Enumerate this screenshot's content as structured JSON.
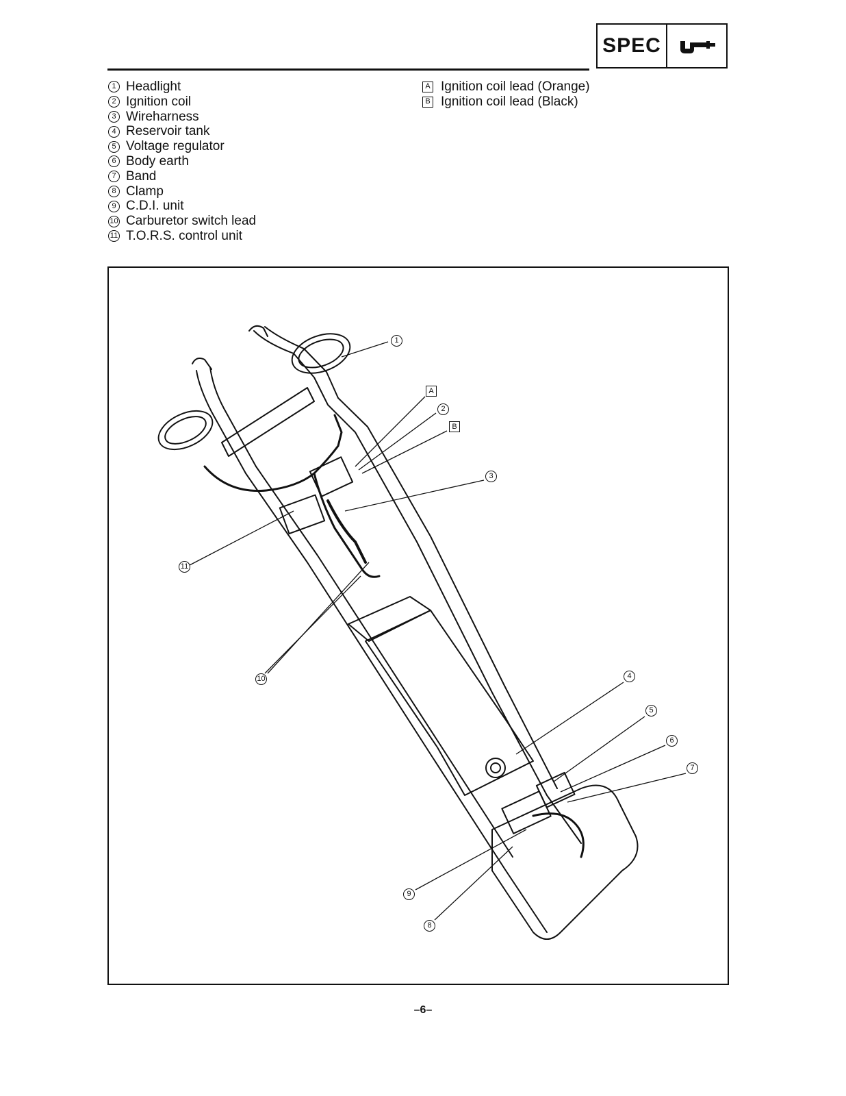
{
  "header": {
    "badge_text": "SPEC",
    "badge_icon": "caliper-icon"
  },
  "legend": {
    "numbered": [
      {
        "marker": "1",
        "label": "Headlight"
      },
      {
        "marker": "2",
        "label": "Ignition coil"
      },
      {
        "marker": "3",
        "label": "Wireharness"
      },
      {
        "marker": "4",
        "label": "Reservoir tank"
      },
      {
        "marker": "5",
        "label": "Voltage regulator"
      },
      {
        "marker": "6",
        "label": "Body earth"
      },
      {
        "marker": "7",
        "label": "Band"
      },
      {
        "marker": "8",
        "label": "Clamp"
      },
      {
        "marker": "9",
        "label": "C.D.I. unit"
      },
      {
        "marker": "10",
        "label": "Carburetor switch lead"
      },
      {
        "marker": "11",
        "label": "T.O.R.S. control unit"
      }
    ],
    "lettered": [
      {
        "marker": "A",
        "label": "Ignition coil lead (Orange)"
      },
      {
        "marker": "B",
        "label": "Ignition coil lead (Black)"
      }
    ]
  },
  "diagram": {
    "callouts": [
      "1",
      "A",
      "2",
      "B",
      "3",
      "11",
      "10",
      "4",
      "5",
      "6",
      "7",
      "9",
      "8"
    ]
  },
  "footer": {
    "page_number": "–6–"
  }
}
